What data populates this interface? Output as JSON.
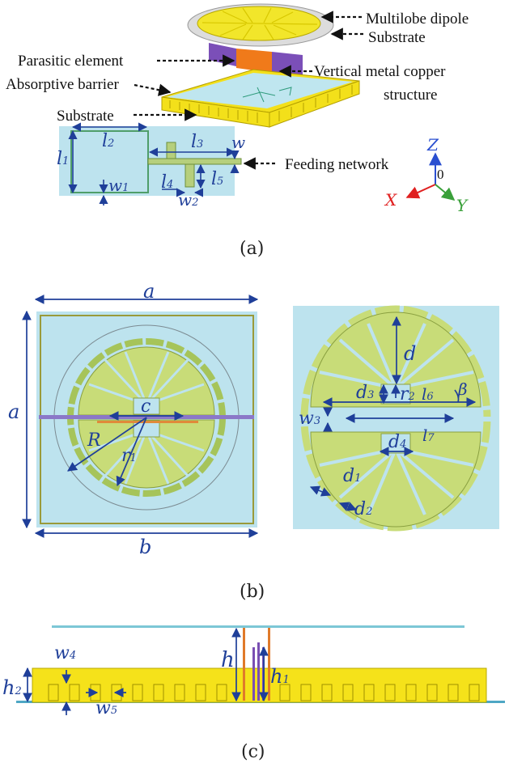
{
  "panel_a": {
    "caption": "(a)",
    "labels": {
      "multilobe_dipole": "Multilobe dipole",
      "substrate_top": "Substrate",
      "parasitic_element": "Parasitic element",
      "absorptive_barrier": "Absorptive barrier",
      "vertical_metal_1": "Vertical metal copper",
      "vertical_metal_2": "structure",
      "substrate_bottom": "Substrate",
      "feeding_network": "Feeding network"
    },
    "dims": {
      "l1": "l",
      "l1s": "1",
      "l2": "l",
      "l2s": "2",
      "l3": "l",
      "l3s": "3",
      "l4": "l",
      "l4s": "4",
      "l5": "l",
      "l5s": "5",
      "w": "w",
      "w1": "w",
      "w1s": "1",
      "w2": "w",
      "w2s": "2"
    },
    "axes": {
      "z": "Z",
      "x": "X",
      "y": "Y",
      "origin": "0"
    }
  },
  "panel_b": {
    "caption": "(b)",
    "dims": {
      "a_top": "a",
      "a_left": "a",
      "b": "b",
      "c": "c",
      "R": "R",
      "r1": "r",
      "r1s": "1",
      "d": "d",
      "d3": "d",
      "d3s": "3",
      "r2": "r",
      "r2s": "2",
      "l6": "l",
      "l6s": "6",
      "beta": "β",
      "w3": "w",
      "w3s": "3",
      "d4": "d",
      "d4s": "4",
      "l7": "l",
      "l7s": "7",
      "d1": "d",
      "d1s": "1",
      "d2": "d",
      "d2s": "2"
    }
  },
  "panel_c": {
    "caption": "(c)",
    "dims": {
      "w4": "w",
      "w4s": "4",
      "h": "h",
      "h1": "h",
      "h1s": "1",
      "h2": "h",
      "h2s": "2",
      "w5": "w",
      "w5s": "5"
    }
  },
  "colors": {
    "substrate": "#b9e4ef",
    "yellow": "#f5e21a",
    "patch": "#c8dc78",
    "dim_blue": "#1f3f99",
    "orange": "#f07a1a",
    "purple": "#7a4fb3"
  }
}
